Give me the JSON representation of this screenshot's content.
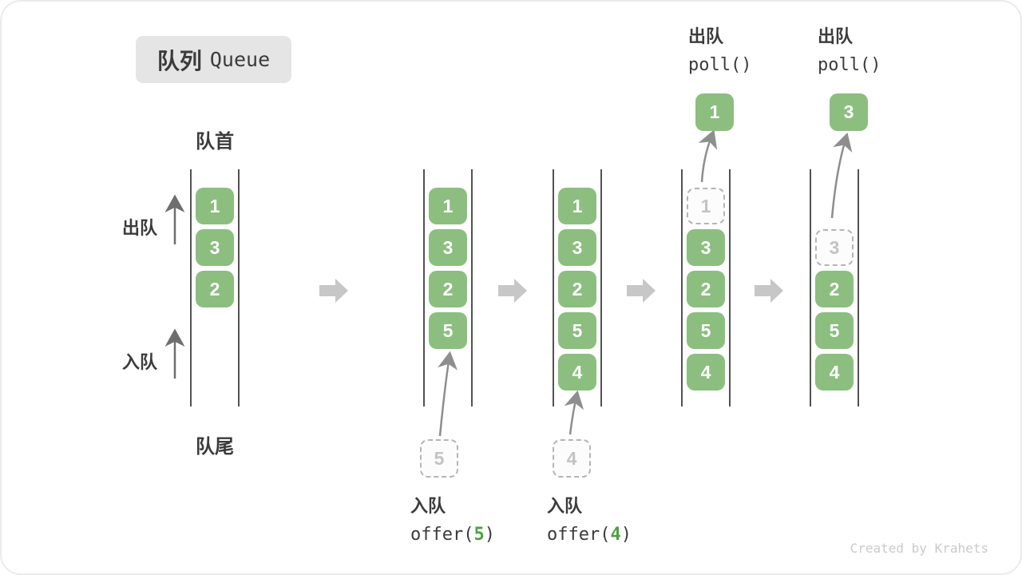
{
  "title": {
    "zh": "队列",
    "en": "Queue"
  },
  "labels": {
    "front": "队首",
    "rear": "队尾",
    "dequeue": "出队",
    "enqueue": "入队"
  },
  "colors": {
    "green": "#8CBE80",
    "arg-green": "#519E46",
    "badge": "#e5e5e5",
    "text": "#3b3b3b",
    "dash": "#b5b5b5",
    "ghostnum": "#c3c3c3",
    "line": "#525252",
    "block-arrow": "#c7c7c7",
    "curve-arrow": "#8e8e8e",
    "side-arrow": "#6e6e6e",
    "watermark": "#cacaca"
  },
  "states": [
    {
      "name": "state-initial",
      "cells": [
        {
          "slot": 0,
          "value": "1",
          "style": "filled"
        },
        {
          "slot": 1,
          "value": "3",
          "style": "filled"
        },
        {
          "slot": 2,
          "value": "2",
          "style": "filled"
        }
      ]
    },
    {
      "name": "state-after-offer-5",
      "cells": [
        {
          "slot": 0,
          "value": "1",
          "style": "filled"
        },
        {
          "slot": 1,
          "value": "3",
          "style": "filled"
        },
        {
          "slot": 2,
          "value": "2",
          "style": "filled"
        },
        {
          "slot": 3,
          "value": "5",
          "style": "filled"
        }
      ],
      "incoming": "5",
      "note": {
        "action": "入队",
        "code_open": "offer(",
        "arg": "5",
        "code_close": ")"
      }
    },
    {
      "name": "state-after-offer-4",
      "cells": [
        {
          "slot": 0,
          "value": "1",
          "style": "filled"
        },
        {
          "slot": 1,
          "value": "3",
          "style": "filled"
        },
        {
          "slot": 2,
          "value": "2",
          "style": "filled"
        },
        {
          "slot": 3,
          "value": "5",
          "style": "filled"
        },
        {
          "slot": 4,
          "value": "4",
          "style": "filled"
        }
      ],
      "incoming": "4",
      "note": {
        "action": "入队",
        "code_open": "offer(",
        "arg": "4",
        "code_close": ")"
      }
    },
    {
      "name": "state-after-poll-1",
      "cells": [
        {
          "slot": 0,
          "value": "1",
          "style": "dashed"
        },
        {
          "slot": 1,
          "value": "3",
          "style": "filled"
        },
        {
          "slot": 2,
          "value": "2",
          "style": "filled"
        },
        {
          "slot": 3,
          "value": "5",
          "style": "filled"
        },
        {
          "slot": 4,
          "value": "4",
          "style": "filled"
        }
      ],
      "outgoing": "1",
      "note": {
        "action": "出队",
        "code": "poll()"
      }
    },
    {
      "name": "state-after-poll-3",
      "cells": [
        {
          "slot": 1,
          "value": "3",
          "style": "dashed"
        },
        {
          "slot": 2,
          "value": "2",
          "style": "filled"
        },
        {
          "slot": 3,
          "value": "5",
          "style": "filled"
        },
        {
          "slot": 4,
          "value": "4",
          "style": "filled"
        }
      ],
      "outgoing": "3",
      "note": {
        "action": "出队",
        "code": "poll()"
      }
    }
  ],
  "watermark": "Created by Krahets"
}
